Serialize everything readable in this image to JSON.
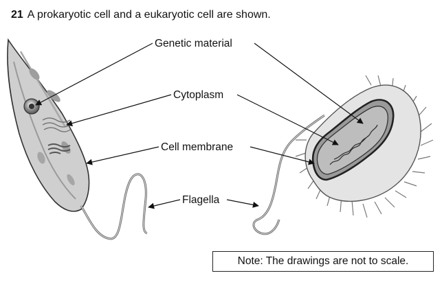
{
  "question": {
    "number": "21",
    "text": "A prokaryotic cell and a eukaryotic cell are shown."
  },
  "labels": {
    "genetic_material": "Genetic material",
    "cytoplasm": "Cytoplasm",
    "cell_membrane": "Cell membrane",
    "flagella": "Flagella"
  },
  "note": "Note: The drawings are not to scale."
}
